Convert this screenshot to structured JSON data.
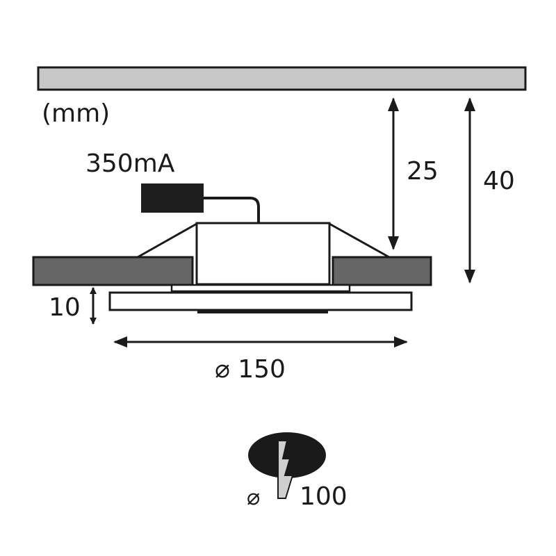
{
  "units_label": "(mm)",
  "driver_label": "350mA",
  "dimensions": {
    "recess_depth": "25",
    "total_depth": "40",
    "trim_height": "10",
    "diameter": "⌀ 150"
  },
  "cutout": {
    "diameter_symbol": "⌀",
    "diameter_value": "100"
  },
  "colors": {
    "ceiling": "#c8c8c8",
    "ceiling_panel": "#666666",
    "driver": "#1e1e1e",
    "drill_tool": "#cfcfcf"
  }
}
